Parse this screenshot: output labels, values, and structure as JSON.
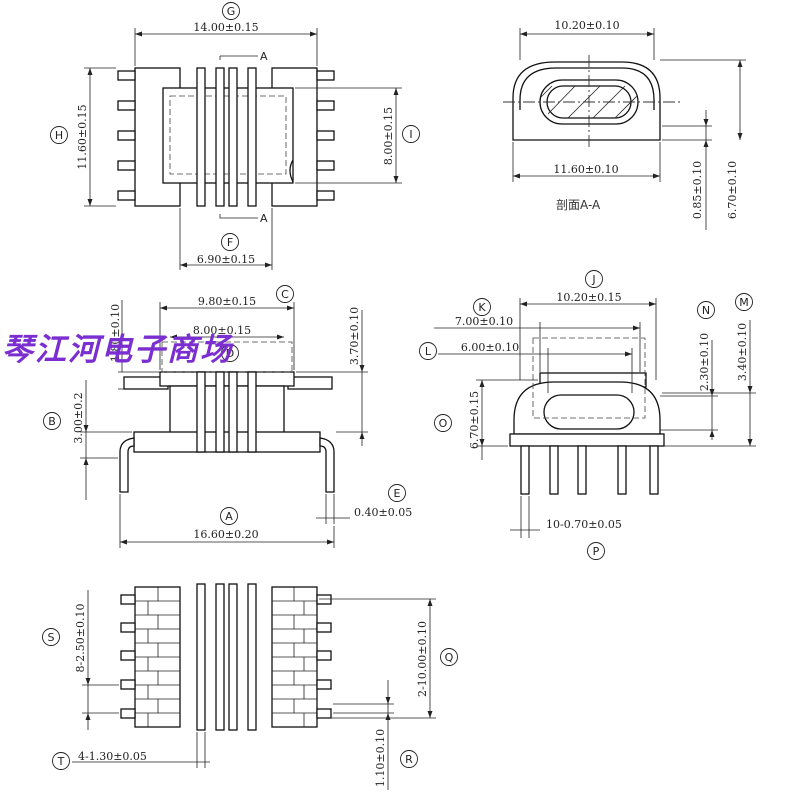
{
  "watermark": "琴江河电子商场",
  "section_title": "剖面A-A",
  "section_mark": "A",
  "labels": {
    "G": "G",
    "H": "H",
    "I": "I",
    "F": "F",
    "C": "C",
    "D": "D",
    "B": "B",
    "E": "E",
    "A": "A",
    "J": "J",
    "K": "K",
    "L": "L",
    "N": "N",
    "M": "M",
    "O": "O",
    "P": "P",
    "S": "S",
    "Q": "Q",
    "T": "T",
    "R": "R"
  },
  "dims": {
    "G": "14.00±0.15",
    "H": "11.60±0.15",
    "I": "8.00±0.15",
    "F": "6.90±0.15",
    "sec_top": "10.20±0.10",
    "sec_bottom": "11.60±0.10",
    "sec_085": "0.85±0.10",
    "sec_670": "6.70±0.10",
    "C": "9.80±0.15",
    "D": "8.00±0.15",
    "D_left": "1.80±0.10",
    "side_370": "3.70±0.10",
    "B": "3.00±0.2",
    "E": "0.40±0.05",
    "A": "16.60±0.20",
    "J": "10.20±0.15",
    "K": "7.00±0.10",
    "L": "6.00±0.10",
    "N": "2.30±0.10",
    "M": "3.40±0.10",
    "O": "6.70±0.15",
    "P": "10-0.70±0.05",
    "S": "8-2.50±0.10",
    "Q": "2-10.00±0.10",
    "T": "4-1.30±0.05",
    "R": "1.10±0.10"
  }
}
